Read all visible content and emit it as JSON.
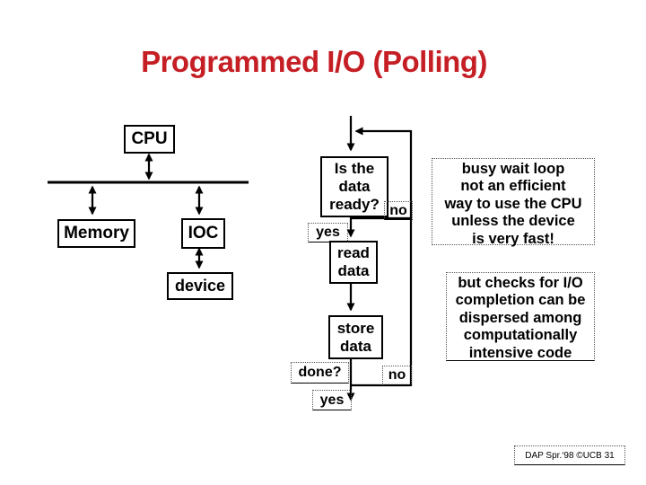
{
  "slide": {
    "title": "Programmed I/O (Polling)",
    "title_color": "#c51f25"
  },
  "hardware_diagram": {
    "cpu_label": "CPU",
    "memory_label": "Memory",
    "ioc_label": "IOC",
    "device_label": "device"
  },
  "flowchart": {
    "ready_box": "Is the\ndata\nready?",
    "read_box": "read\ndata",
    "store_box": "store\ndata",
    "yes_ready_label": "yes",
    "no_ready_label": "no",
    "done_label": "done?",
    "no_done_label": "no",
    "yes_done_label": "yes"
  },
  "notes": {
    "busy_wait": "busy wait loop\nnot an efficient\nway to use the CPU\nunless the device\nis very fast!",
    "dispersed_checks": "but checks for I/O\ncompletion can be\ndispersed among\ncomputationally\nintensive code"
  },
  "footer": {
    "credit": "DAP Spr.‘98 ©UCB 31"
  }
}
